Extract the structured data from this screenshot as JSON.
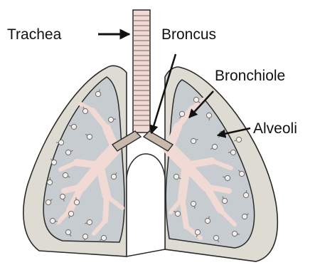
{
  "diagram": {
    "labels": {
      "trachea": "Trachea",
      "bronchus": "Broncus",
      "bronchiole": "Bronchiole",
      "alveoli": "Alveoli"
    },
    "colors": {
      "pleura": "#dedcd2",
      "lung_inner": "#c6ccd0",
      "airway": "#f1d9d4",
      "airway_outline": "#9a8c87",
      "outline": "#2a2a2a",
      "cartilage": "#c8b9ad"
    }
  }
}
